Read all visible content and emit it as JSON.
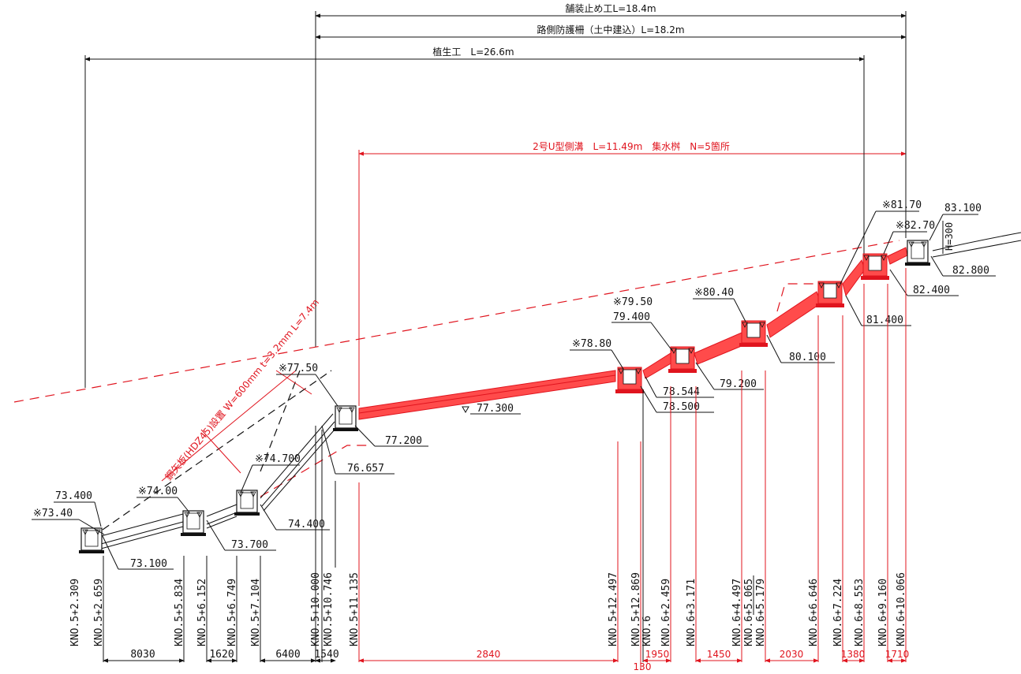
{
  "colors": {
    "accent": "#e0141e",
    "line": "#111111"
  },
  "top_dims": {
    "paving": "舗装止め工L=18.4m",
    "guardrail": "路側防護柵（土中建込）L=18.2m",
    "planting": "植生工　L=26.6m",
    "ditch": "2号U型側溝　L=11.49m　集水桝　N=5箇所"
  },
  "sheet_pile_note": "鋼矢板(HDZ45)設置 W=600mm t=3.2mm L=7.4m",
  "vertical_label": "H=300",
  "elevations": {
    "a1": "73.400",
    "a2": "※73.40",
    "a3": "73.100",
    "b1": "※74.00",
    "b2": "73.700",
    "c1": "※74.700",
    "c2": "74.400",
    "d1": "※77.50",
    "d2": "77.200",
    "d3": "76.657",
    "e1": "77.300",
    "f1": "※78.80",
    "f2": "78.544",
    "f3": "78.500",
    "g1": "※79.50",
    "g2": "79.400",
    "g3": "79.200",
    "h1": "※80.40",
    "h2": "80.100",
    "i1": "※81.70",
    "i2": "81.400",
    "j1": "※82.70",
    "j2": "82.400",
    "k1": "83.100",
    "k2": "82.800"
  },
  "stations": [
    "KNO.5+2.309",
    "KNO.5+2.659",
    "KNO.5+5.834",
    "KNO.5+6.152",
    "KNO.5+6.749",
    "KNO.5+7.104",
    "KNO.5+10.000",
    "KNO.5+10.746",
    "KNO.5+11.135",
    "KNO.5+12.497",
    "KNO.5+12.869",
    "KNO.6",
    "KNO.6+2.459",
    "KNO.6+3.171",
    "KNO.6+4.497",
    "KNO.6+5.065",
    "KNO.6+5.179",
    "KNO.6+6.646",
    "KNO.6+7.224",
    "KNO.6+8.553",
    "KNO.6+9.160",
    "KNO.6+10.066"
  ],
  "bottom_dims": {
    "black": [
      "8030",
      "1620",
      "6400",
      "1540"
    ],
    "red": [
      "2840",
      "1950",
      "1450",
      "2030",
      "1380",
      "1710",
      "130"
    ]
  }
}
